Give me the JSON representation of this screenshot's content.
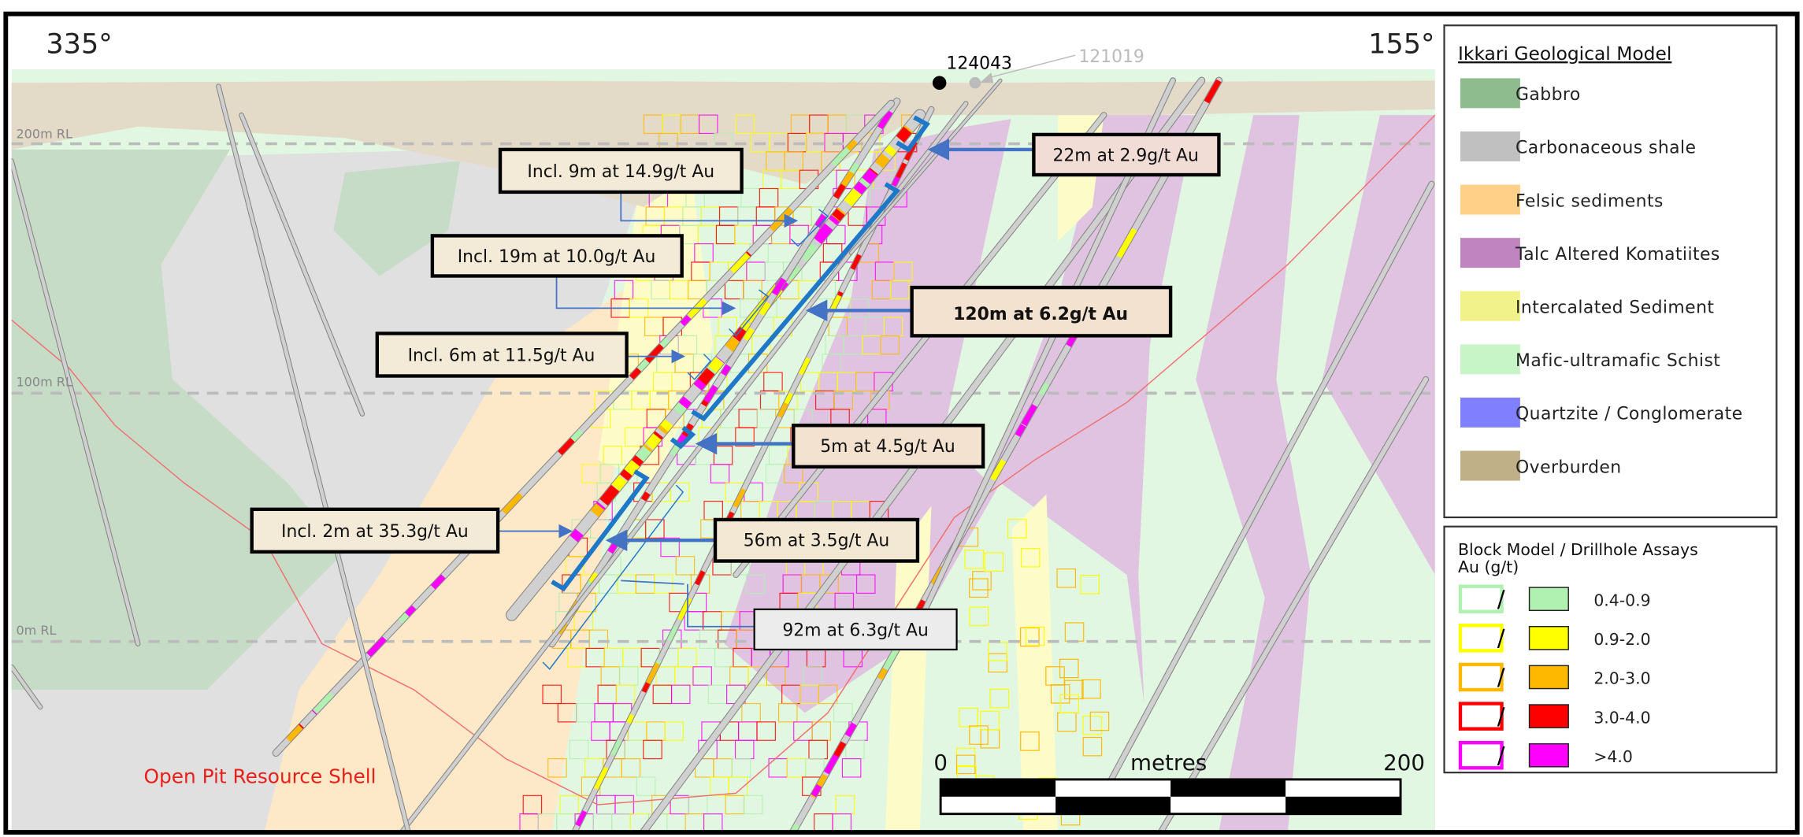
{
  "orientation": {
    "left": "335°",
    "right": "155°"
  },
  "collars": [
    {
      "id": "124043",
      "color": "#000000"
    },
    {
      "id": "121019",
      "color": "#bbbbbb"
    }
  ],
  "rl_labels": [
    "200m RL",
    "100m RL",
    "0m RL"
  ],
  "callouts": [
    {
      "text": "Incl. 9m at 14.9g/t Au"
    },
    {
      "text": "Incl. 19m at 10.0g/t Au"
    },
    {
      "text": "Incl. 6m at 11.5g/t Au"
    },
    {
      "text": "Incl. 2m at 35.3g/t Au"
    },
    {
      "text": "22m at 2.9g/t Au"
    },
    {
      "text": "120m at 6.2g/t Au"
    },
    {
      "text": "5m at 4.5g/t Au"
    },
    {
      "text": "56m at 3.5g/t Au"
    },
    {
      "text": "92m at 6.3g/t Au"
    }
  ],
  "pit_label": "Open Pit Resource Shell",
  "scale": {
    "start": "0",
    "unit": "metres",
    "end": "200"
  },
  "legend_geology": {
    "title": "Ikkari Geological Model",
    "items": [
      {
        "label": "Gabbro",
        "color": "#8fbc8f"
      },
      {
        "label": "Carbonaceous shale",
        "color": "#c0c0c0"
      },
      {
        "label": "Felsic sediments",
        "color": "#ffd088"
      },
      {
        "label": "Talc Altered Komatiites",
        "color": "#c084c0"
      },
      {
        "label": "Intercalated Sediment",
        "color": "#f2f28a"
      },
      {
        "label": "Mafic-ultramafic Schist",
        "color": "#c8f5c8"
      },
      {
        "label": "Quartzite / Conglomerate",
        "color": "#8080ff"
      },
      {
        "label": "Overburden",
        "color": "#c0b088"
      }
    ]
  },
  "legend_assays": {
    "title": "Block Model / Drillhole Assays",
    "subtitle": "Au (g/t)",
    "separator": "/",
    "items": [
      {
        "label": "0.4-0.9",
        "outline": "#b0f0b0",
        "fill": "#b0f0b0"
      },
      {
        "label": "0.9-2.0",
        "outline": "#ffff00",
        "fill": "#ffff00"
      },
      {
        "label": "2.0-3.0",
        "outline": "#ffb800",
        "fill": "#ffb800"
      },
      {
        "label": "3.0-4.0",
        "outline": "#ff0000",
        "fill": "#ff0000"
      },
      {
        "label": ">4.0",
        "outline": "#ff00ff",
        "fill": "#ff00ff"
      }
    ]
  }
}
